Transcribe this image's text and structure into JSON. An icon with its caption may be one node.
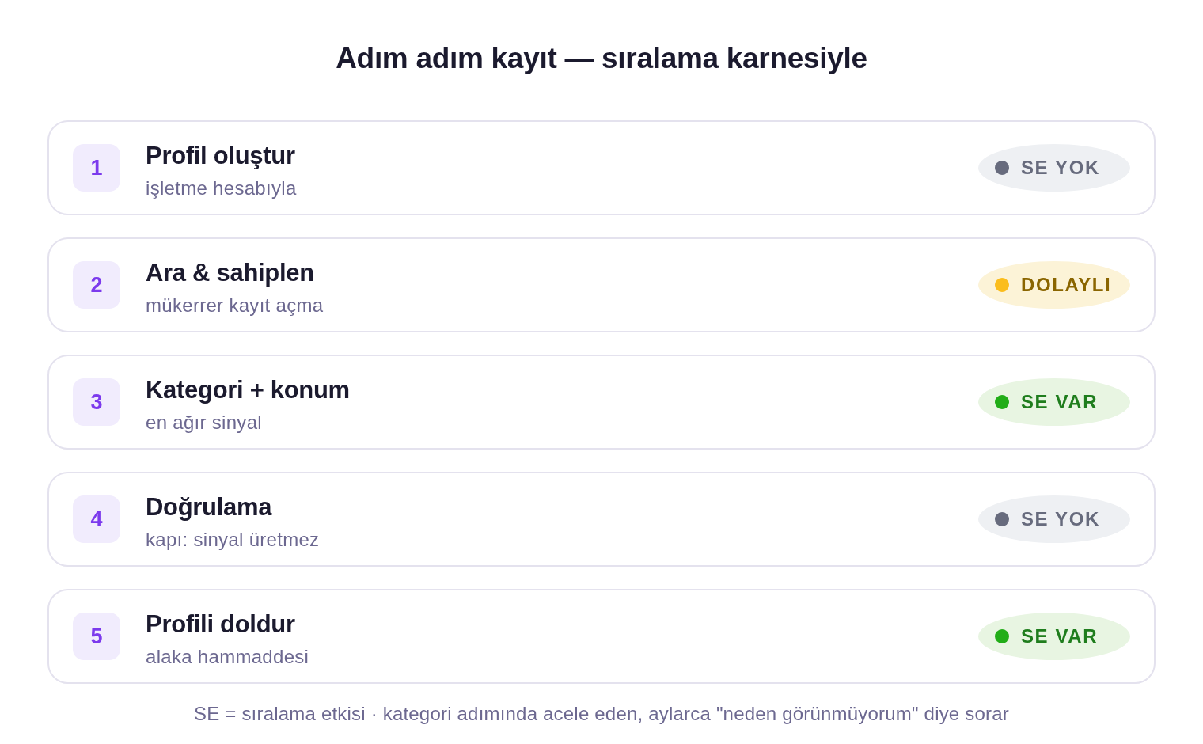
{
  "diagram": {
    "title": "Adım adım kayıt — sıralama karnesiyle",
    "caption": "SE = sıralama etkisi · kategori adımında acele eden, aylarca \"neden görünmüyorum\" diye sorar",
    "nodes": [
      {
        "text": [
          "Profil oluştur",
          "işletme hesabıyla"
        ]
      },
      {
        "text": [
          "1"
        ],
        "in": 0
      },
      {
        "text": [
          "SE YOK"
        ],
        "in": 0
      },
      {
        "text": [
          "Ara & sahiplen",
          "mükerrer kayıt açma"
        ]
      },
      {
        "text": [
          "2"
        ],
        "in": 3
      },
      {
        "text": [
          "DOLAYLI"
        ],
        "in": 3
      },
      {
        "text": [
          "Kategori + konum",
          "en ağır sinyal"
        ]
      },
      {
        "text": [
          "3"
        ],
        "in": 6
      },
      {
        "text": [
          "SE VAR"
        ],
        "in": 6
      },
      {
        "text": [
          "Doğrulama",
          "kapı: sinyal üretmez"
        ]
      },
      {
        "text": [
          "4"
        ],
        "in": 9
      },
      {
        "text": [
          "SE YOK"
        ],
        "in": 9
      },
      {
        "text": [
          "Profili doldur",
          "alaka hammaddesi"
        ]
      },
      {
        "text": [
          "5"
        ],
        "in": 12
      },
      {
        "text": [
          "SE VAR"
        ],
        "in": 12
      }
    ]
  }
}
